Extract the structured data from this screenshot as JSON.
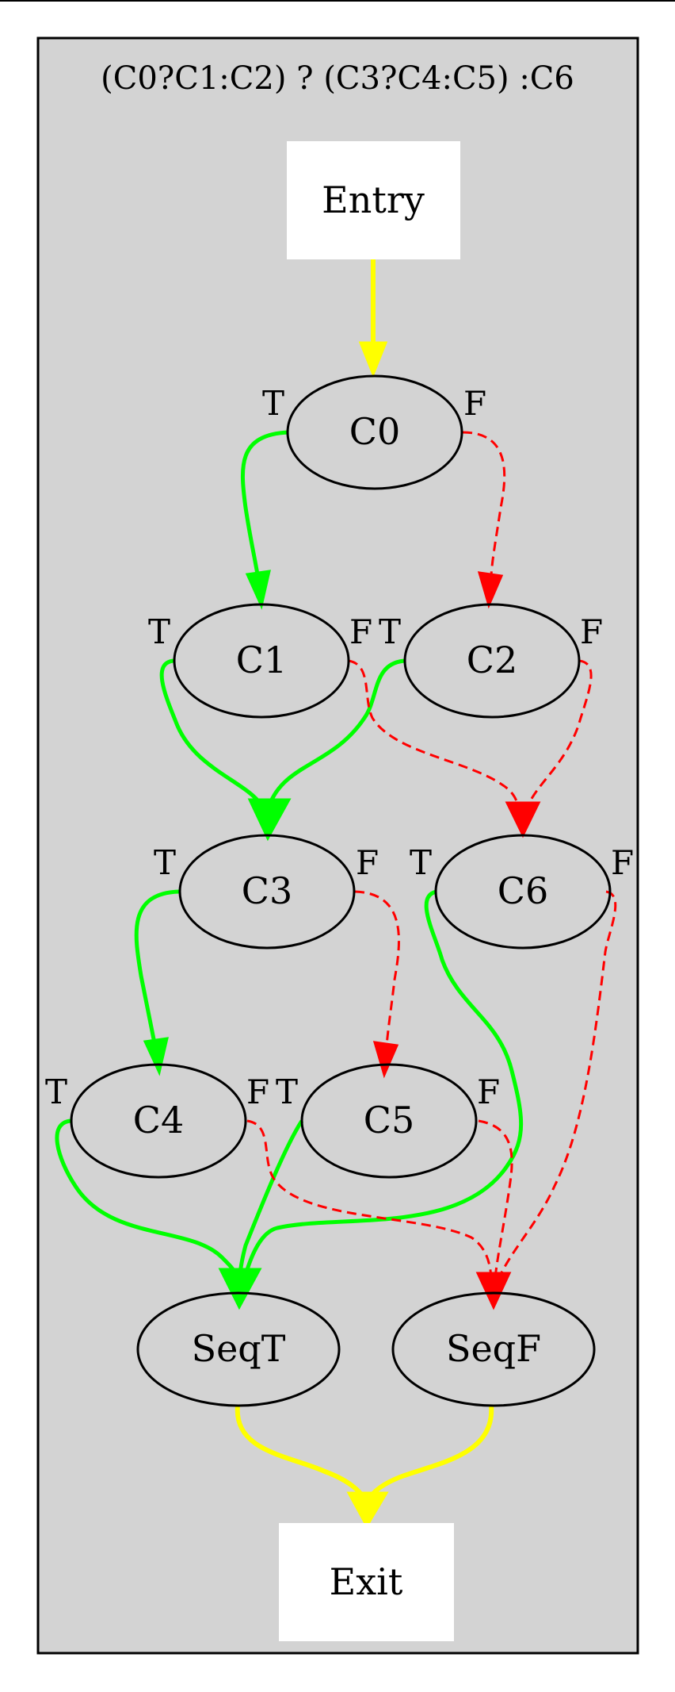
{
  "graph": {
    "cluster_title": "(C0?C1:C2) ? (C3?C4:C5) :C6",
    "colors": {
      "cluster_fill": "#d3d3d3",
      "true_edge": "#00ff00",
      "false_edge": "#ff0000",
      "flow_edge": "#ffff00",
      "box_fill": "#ffffff"
    },
    "nodes": {
      "entry": "Entry",
      "c0": "C0",
      "c1": "C1",
      "c2": "C2",
      "c3": "C3",
      "c4": "C4",
      "c5": "C5",
      "c6": "C6",
      "seqt": "SeqT",
      "seqf": "SeqF",
      "exit": "Exit"
    },
    "edge_labels": {
      "true": "T",
      "false": "F"
    },
    "edges": [
      {
        "from": "Entry",
        "to": "C0",
        "type": "flow"
      },
      {
        "from": "C0",
        "to": "C1",
        "type": "true"
      },
      {
        "from": "C0",
        "to": "C2",
        "type": "false"
      },
      {
        "from": "C1",
        "to": "C3",
        "type": "true"
      },
      {
        "from": "C1",
        "to": "C6",
        "type": "false"
      },
      {
        "from": "C2",
        "to": "C3",
        "type": "true"
      },
      {
        "from": "C2",
        "to": "C6",
        "type": "false"
      },
      {
        "from": "C3",
        "to": "C4",
        "type": "true"
      },
      {
        "from": "C3",
        "to": "C5",
        "type": "false"
      },
      {
        "from": "C4",
        "to": "SeqT",
        "type": "true"
      },
      {
        "from": "C4",
        "to": "SeqF",
        "type": "false"
      },
      {
        "from": "C5",
        "to": "SeqT",
        "type": "true"
      },
      {
        "from": "C5",
        "to": "SeqF",
        "type": "false"
      },
      {
        "from": "C6",
        "to": "SeqT",
        "type": "true"
      },
      {
        "from": "C6",
        "to": "SeqF",
        "type": "false"
      },
      {
        "from": "SeqT",
        "to": "Exit",
        "type": "flow"
      },
      {
        "from": "SeqF",
        "to": "Exit",
        "type": "flow"
      }
    ]
  }
}
